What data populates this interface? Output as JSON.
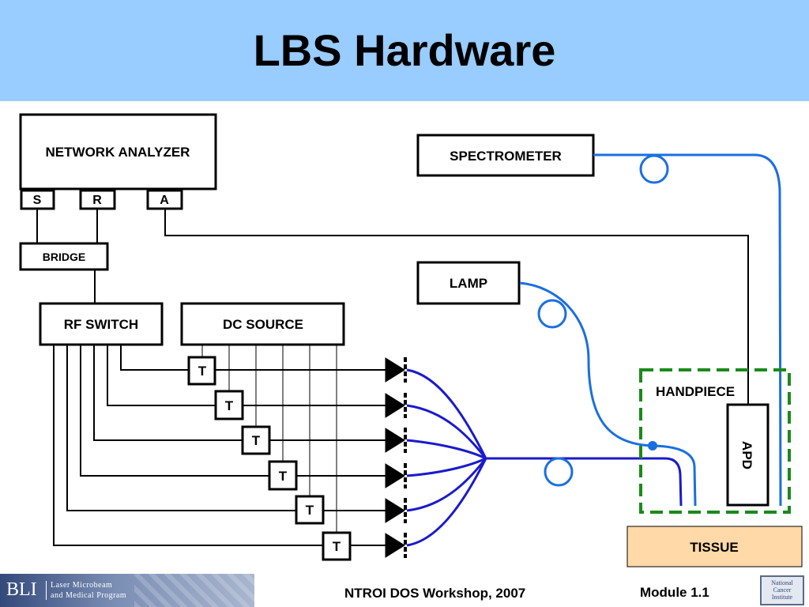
{
  "slide": {
    "title": "LBS Hardware",
    "footer_center": "NTROI DOS Workshop, 2007",
    "footer_right": "Module 1.1",
    "logo_left": {
      "abbr": "BLI",
      "line1": "Laser Microbeam",
      "line2": "and Medical Program"
    },
    "logo_right": {
      "line1": "National",
      "line2": "Cancer",
      "line3": "Institute"
    }
  },
  "diagram": {
    "network_analyzer": "NETWORK ANALYZER",
    "port_s": "S",
    "port_r": "R",
    "port_a": "A",
    "bridge": "BRIDGE",
    "rf_switch": "RF SWITCH",
    "dc_source": "DC SOURCE",
    "spectrometer": "SPECTROMETER",
    "lamp": "LAMP",
    "handpiece": "HANDPIECE",
    "apd": "APD",
    "tissue": "TISSUE",
    "bias_tee_label": "T",
    "bias_tees": [
      "T",
      "T",
      "T",
      "T",
      "T",
      "T"
    ]
  },
  "colors": {
    "title_bar": "#99ccff",
    "fiber_light_blue": "#1a6fe0",
    "fiber_dark_blue": "#1a1acc",
    "handpiece_outline": "#1a8a1a",
    "tissue_fill": "#ffd9a8"
  }
}
